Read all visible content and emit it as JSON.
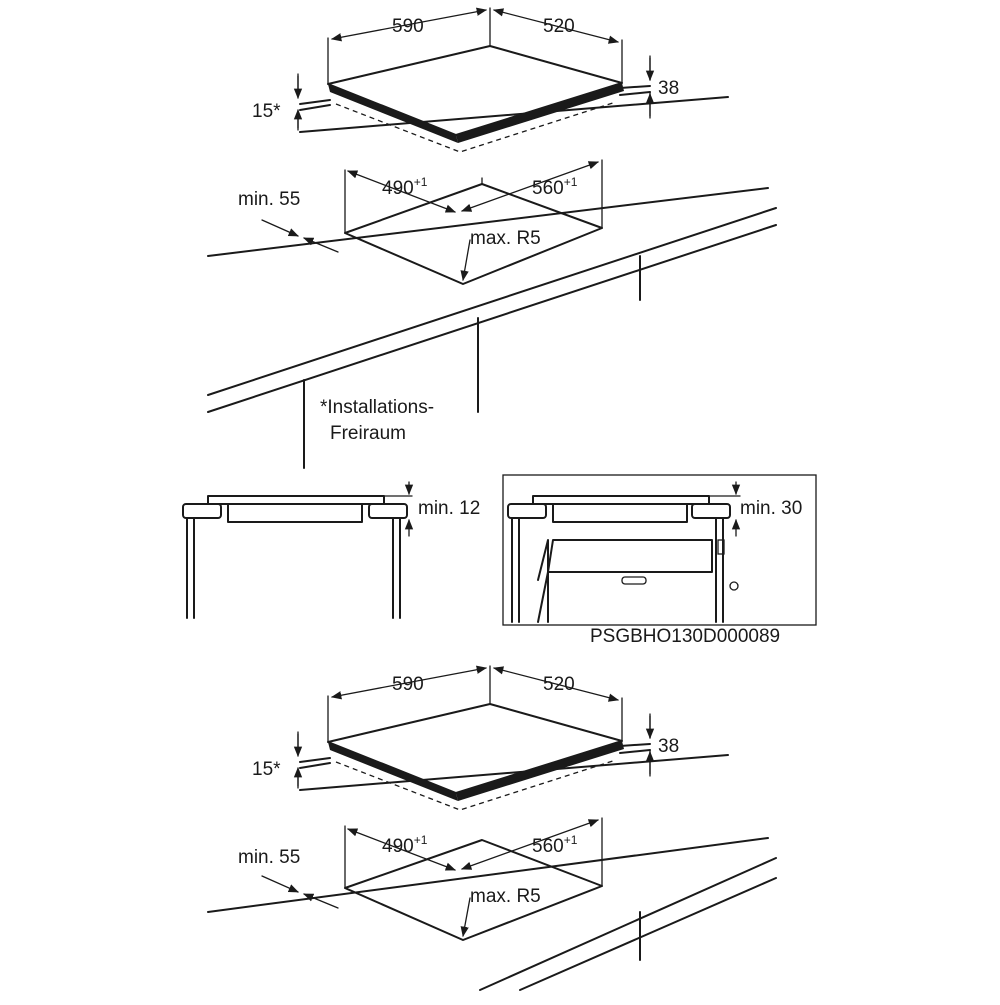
{
  "assemblies": [
    {
      "hob_dims": {
        "width": "590",
        "depth": "520",
        "height": "38",
        "clearance": "15*"
      },
      "cutout_dims": {
        "min_front": "min. 55",
        "width": "490",
        "width_tol": "+1",
        "depth": "560",
        "depth_tol": "+1",
        "radius": "max. R5"
      }
    },
    {
      "hob_dims": {
        "width": "590",
        "depth": "520",
        "height": "38",
        "clearance": "15*"
      },
      "cutout_dims": {
        "min_front": "min. 55",
        "width": "490",
        "width_tol": "+1",
        "depth": "560",
        "depth_tol": "+1",
        "radius": "max. R5"
      }
    }
  ],
  "footnote": {
    "line1": "*Installations-",
    "line2": "Freiraum"
  },
  "side_views": {
    "left_label": "min. 12",
    "right_label": "min. 30"
  },
  "doc_code": "PSGBHO130D000089",
  "icons": [
    "dimension-arrow-icon",
    "oven-handle-icon"
  ],
  "colors": {
    "ink": "#1a1a1a",
    "paper": "#ffffff"
  }
}
